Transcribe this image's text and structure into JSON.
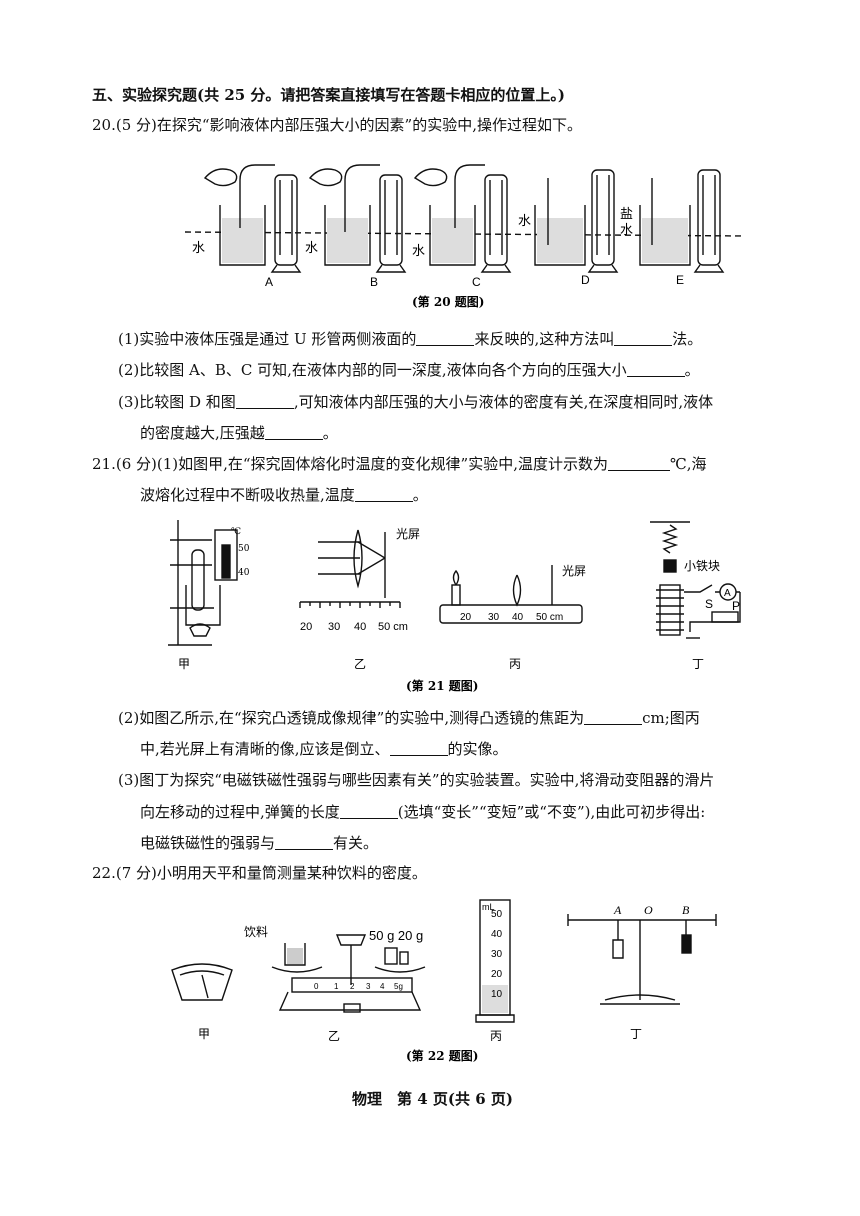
{
  "section": {
    "header": "五、实验探究题(共 25 分。请把答案直接填写在答题卡相应的位置上。)"
  },
  "q20": {
    "stem": "20.(5 分)在探究“影响液体内部压强大小的因素”的实验中,操作过程如下。",
    "caption": "(第 20 题图)",
    "fig_labels": {
      "a": "A",
      "b": "B",
      "c": "C",
      "d": "D",
      "e": "E",
      "water": "水",
      "salt": "盐",
      "salt_water": "水"
    },
    "p1a": "(1)实验中液体压强是通过 U 形管两侧液面的",
    "p1b": "来反映的,这种方法叫",
    "p1c": "法。",
    "p2a": "(2)比较图 A、B、C 可知,在液体内部的同一深度,液体向各个方向的压强大小",
    "p2b": "。",
    "p3a": "(3)比较图 D 和图",
    "p3b": ",可知液体内部压强的大小与液体的密度有关,在深度相同时,液体",
    "p3c": "的密度越大,压强越",
    "p3d": "。"
  },
  "q21": {
    "stem_a": "21.(6 分)(1)如图甲,在“探究固体熔化时温度的变化规律”实验中,温度计示数为",
    "stem_b": "℃,海",
    "stem2a": "波熔化过程中不断吸收热量,温度",
    "stem2b": "。",
    "caption": "(第 21 题图)",
    "fig_labels": {
      "jia": "甲",
      "yi": "乙",
      "bing": "丙",
      "ding": "丁",
      "screen_yi": "光屏",
      "screen_bing": "光屏",
      "iron": "小铁块",
      "therm_c": "℃",
      "therm_50": "50",
      "therm_40": "40",
      "ruler_yi": [
        "20",
        "30",
        "40",
        "50 cm"
      ],
      "ruler_bing": [
        "20",
        "30",
        "40",
        "50 cm"
      ],
      "switch": "S",
      "ammeter": "A",
      "slider": "P"
    },
    "p2a": "(2)如图乙所示,在“探究凸透镜成像规律”的实验中,测得凸透镜的焦距为",
    "p2b": "cm;图丙",
    "p2c": "中,若光屏上有清晰的像,应该是倒立、",
    "p2d": "的实像。",
    "p3a": "(3)图丁为探究“电磁铁磁性强弱与哪些因素有关”的实验装置。实验中,将滑动变阻器的滑片",
    "p3b": "向左移动的过程中,弹簧的长度",
    "p3c": "(选填“变长”“变短”或“不变”),由此可初步得出:",
    "p3d": "电磁铁磁性的强弱与",
    "p3e": "有关。"
  },
  "q22": {
    "stem": "22.(7 分)小明用天平和量筒测量某种饮料的密度。",
    "caption": "(第 22 题图)",
    "fig_labels": {
      "jia": "甲",
      "yi": "乙",
      "bing": "丙",
      "ding": "丁",
      "drink": "饮料",
      "weights": "50 g 20 g",
      "ml": "mL",
      "cyl": [
        "50",
        "40",
        "30",
        "20",
        "10"
      ],
      "A": "A",
      "O": "O",
      "B": "B",
      "scale": [
        "0",
        "1",
        "2",
        "3",
        "4",
        "5g"
      ]
    }
  },
  "footer": "物理　第 4 页(共 6 页)"
}
